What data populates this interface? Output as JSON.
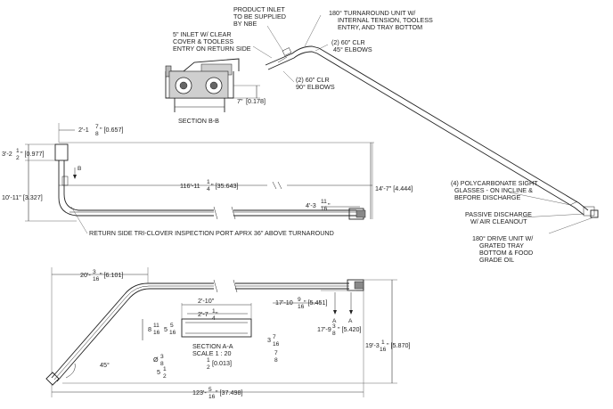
{
  "callouts": {
    "product_inlet": [
      "PRODUCT INLET",
      "TO BE SUPPLIED",
      "BY NBE"
    ],
    "turnaround_180": [
      "180° TURNAROUND UNIT W/",
      "INTERNAL TENSION, TOOLESS",
      "ENTRY, AND TRAY BOTTOM"
    ],
    "inlet_5in": [
      "5\" INLET W/ CLEAR",
      "COVER & TOOLESS",
      "ENTRY ON RETURN SIDE"
    ],
    "elbows_45": [
      "(2) 60\" CLR",
      "45° ELBOWS"
    ],
    "elbows_90": [
      "(2) 60\" CLR",
      "90° ELBOWS"
    ],
    "sight_glasses": [
      "(4) POLYCARBONATE SIGHT",
      "GLASSES - ON INCLINE &",
      "BEFORE DISCHARGE"
    ],
    "passive_discharge": [
      "PASSIVE DISCHARGE",
      "W/ AIR CLEANOUT"
    ],
    "drive_unit": [
      "180° DRIVE UNIT W/",
      "GRATED TRAY",
      "BOTTOM & FOOD",
      "GRADE OIL"
    ],
    "return_side": "RETURN SIDE TRI-CLOVER INSPECTION PORT APRX 36\" ABOVE TURNAROUND"
  },
  "section_bb": {
    "title": "SECTION B-B",
    "dim_7": "7\"",
    "dim_7_m": "[0.178]"
  },
  "section_aa": {
    "title": "SECTION A-A",
    "scale": "SCALE 1 : 20",
    "dim_2_10": "2'-10\"",
    "dim_2_7": "2'-7",
    "dim_2_7_num": "1",
    "dim_2_7_den": "4",
    "dim_2_7_tail": "\"",
    "dim_8": "8",
    "dim_8_num": "11",
    "dim_8_den": "16",
    "dim_5a": "5",
    "dim_5a_num": "5",
    "dim_5a_den": "16",
    "dim_3": "3",
    "dim_3_num": "7",
    "dim_3_den": "16",
    "dim_7_8_num": "7",
    "dim_7_8_den": "8",
    "dim_dia": "Ø",
    "dim_dia_num": "3",
    "dim_dia_den": "8",
    "dim_5b": "5",
    "dim_5b_num": "1",
    "dim_5b_den": "2",
    "dim_half_num": "1",
    "dim_half_den": "2",
    "dim_half_m": "[0.013]"
  },
  "dims_top": {
    "d_2_1": "2'-1",
    "d_2_1_num": "7",
    "d_2_1_den": "8",
    "d_2_1_m": "\" [0.657]",
    "d_3_2": "3'-2",
    "d_3_2_num": "1",
    "d_3_2_den": "2",
    "d_3_2_m": "\" [0.977]",
    "d_10_11": "10'-11\" [3.327]",
    "d_116": "116'-11",
    "d_116_num": "1",
    "d_116_den": "4",
    "d_116_m": "\" [35.643]",
    "d_14_7": "14'-7\" [4.444]",
    "d_4_3": "4'-3",
    "d_4_3_num": "11",
    "d_4_3_den": "16",
    "d_4_3_m": "\"",
    "label_b": "B"
  },
  "dims_bottom": {
    "d_20": "20'-",
    "d_20_num": "3",
    "d_20_den": "16",
    "d_20_m": "\" [6.101]",
    "d_17_10": "17'-10",
    "d_17_10_num": "9",
    "d_17_10_den": "16",
    "d_17_10_m": "\" [5.451]",
    "d_17_9": "17'-9",
    "d_17_9_num": "3",
    "d_17_9_den": "8",
    "d_17_9_m": "\" [5.420]",
    "d_19_3": "19'-3",
    "d_19_3_num": "1",
    "d_19_3_den": "16",
    "d_19_3_m": "\" [5.870]",
    "d_123": "123'-",
    "d_123_num": "5",
    "d_123_den": "16",
    "d_123_m": "\" [37.498]",
    "angle": "45°",
    "label_a": "A"
  }
}
